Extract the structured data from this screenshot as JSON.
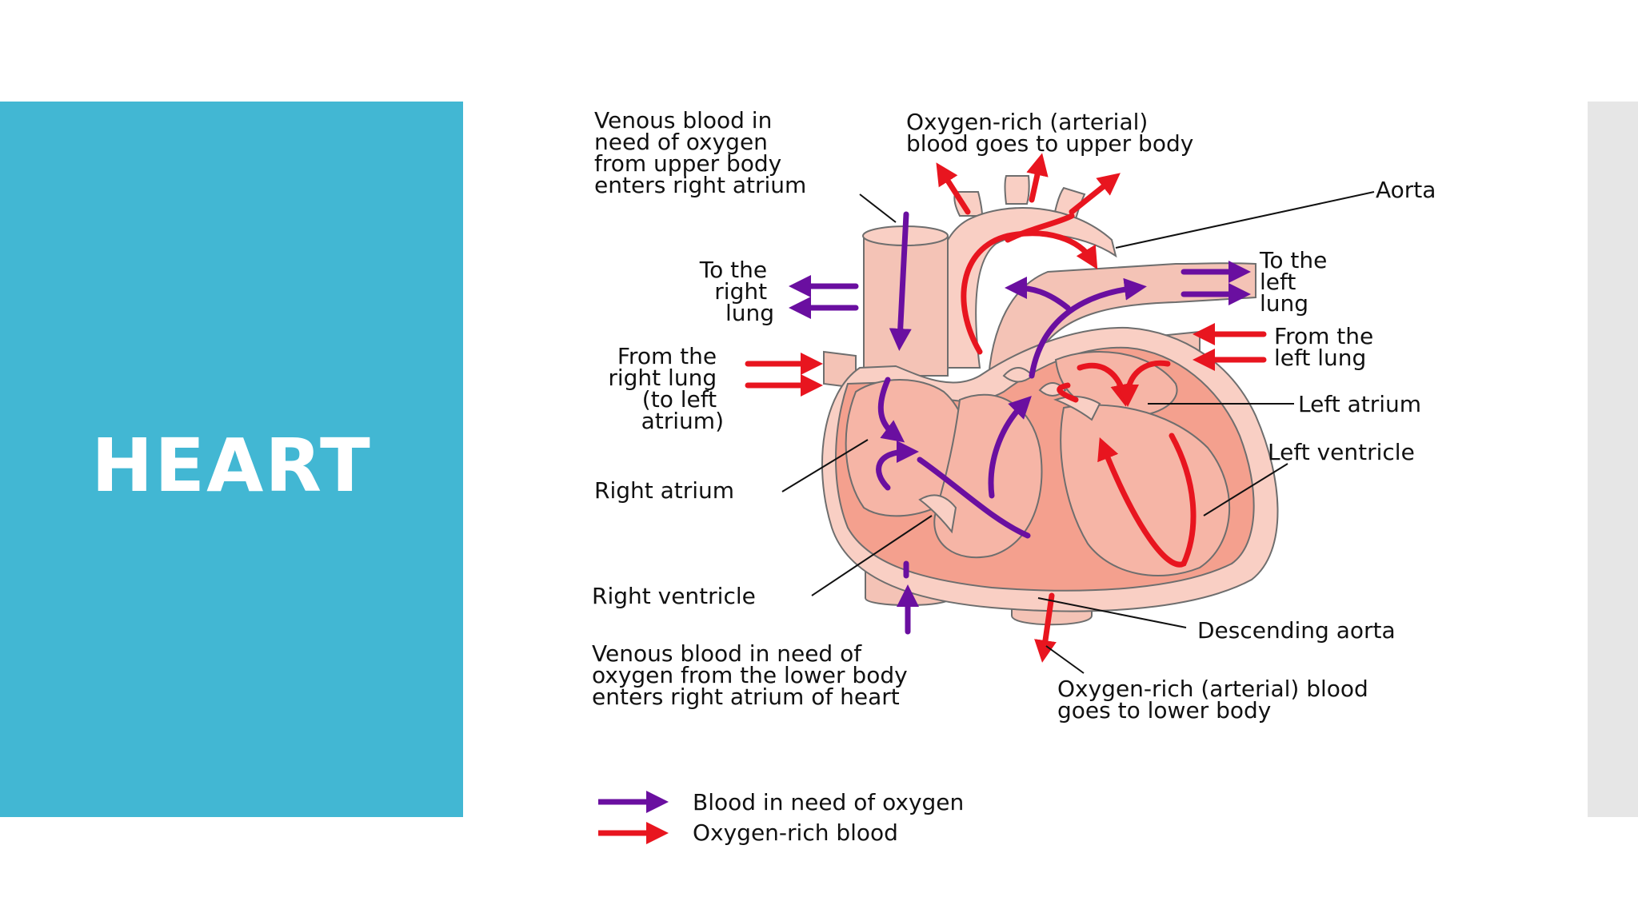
{
  "slide": {
    "title": "HEART",
    "colors": {
      "title_panel": "#42b7d3",
      "right_bar": "#e6e6e6",
      "deoxygenated": "#6a0fa0",
      "oxygenated": "#e8151f",
      "tissue": "#f4a08e",
      "tissue_light": "#f9cfc4",
      "outline": "#6e6e6e"
    }
  },
  "diagram": {
    "labels": {
      "venous_upper": [
        "Venous blood in",
        "need of oxygen",
        "from upper body",
        "enters right atrium"
      ],
      "oxygen_upper": [
        "Oxygen-rich (arterial)",
        "blood goes to upper body"
      ],
      "aorta": "Aorta",
      "to_right_lung": [
        "To the",
        "right",
        "lung"
      ],
      "to_left_lung": [
        "To the",
        "left",
        "lung"
      ],
      "from_right_lung": [
        "From the",
        "right lung",
        "(to left",
        "atrium)"
      ],
      "from_left_lung": [
        "From the",
        "left lung"
      ],
      "left_atrium": "Left atrium",
      "left_ventricle": "Left ventricle",
      "right_atrium": "Right atrium",
      "right_ventricle": "Right ventricle",
      "descending_aorta": "Descending aorta",
      "venous_lower": [
        "Venous blood in need of",
        "oxygen from the lower body",
        "enters right atrium of heart"
      ],
      "oxygen_lower": [
        "Oxygen-rich (arterial) blood",
        "goes to lower body"
      ]
    },
    "legend": [
      {
        "label": "Blood in need of oxygen",
        "color": "#6a0fa0"
      },
      {
        "label": "Oxygen-rich blood",
        "color": "#e8151f"
      }
    ]
  }
}
